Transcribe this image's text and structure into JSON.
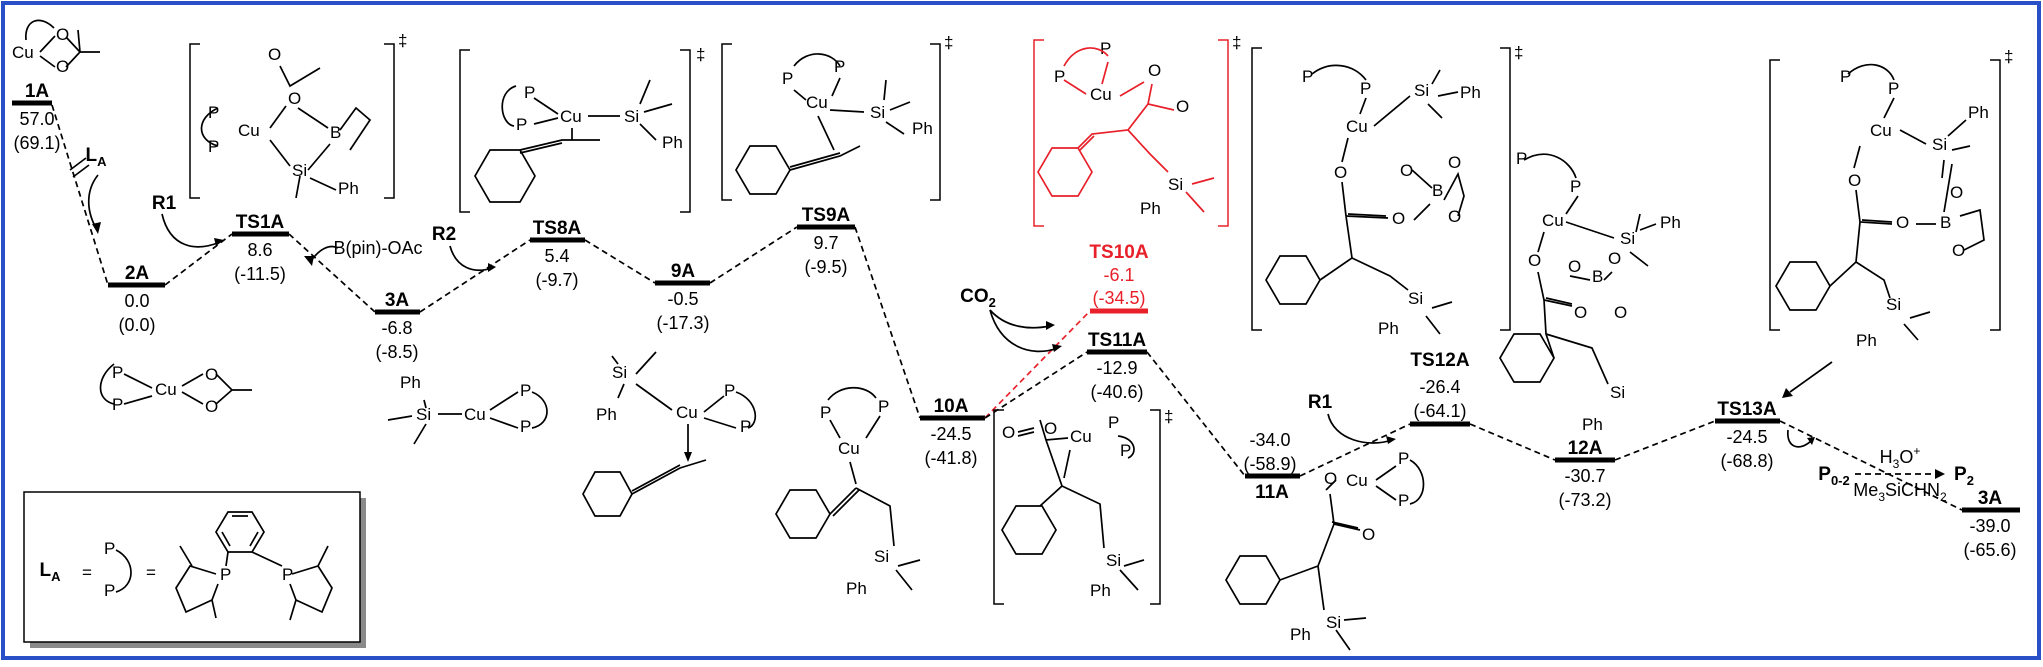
{
  "levels": [
    {
      "id": "1A",
      "label": "1A",
      "e1": "57.0",
      "e2": "(69.1)",
      "color": "#000000"
    },
    {
      "id": "2A",
      "label": "2A",
      "e1": "0.0",
      "e2": "(0.0)",
      "color": "#000000"
    },
    {
      "id": "TS1A",
      "label": "TS1A",
      "e1": "8.6",
      "e2": "(-11.5)",
      "color": "#000000"
    },
    {
      "id": "3A_a",
      "label": "3A",
      "e1": "-6.8",
      "e2": "(-8.5)",
      "color": "#000000"
    },
    {
      "id": "TS8A",
      "label": "TS8A",
      "e1": "5.4",
      "e2": "(-9.7)",
      "color": "#000000"
    },
    {
      "id": "9A",
      "label": "9A",
      "e1": "-0.5",
      "e2": "(-17.3)",
      "color": "#000000"
    },
    {
      "id": "TS9A",
      "label": "TS9A",
      "e1": "9.7",
      "e2": "(-9.5)",
      "color": "#000000"
    },
    {
      "id": "10A",
      "label": "10A",
      "e1": "-24.5",
      "e2": "(-41.8)",
      "color": "#000000"
    },
    {
      "id": "TS10A",
      "label": "TS10A",
      "e1": "-6.1",
      "e2": "(-34.5)",
      "color": "#e8202a"
    },
    {
      "id": "TS11A",
      "label": "TS11A",
      "e1": "-12.9",
      "e2": "(-40.6)",
      "color": "#000000"
    },
    {
      "id": "11A",
      "label": "11A",
      "e1": "-34.0",
      "e2": "(-58.9)",
      "color": "#000000"
    },
    {
      "id": "TS12A",
      "label": "TS12A",
      "e1": "-26.4",
      "e2": "(-64.1)",
      "color": "#000000"
    },
    {
      "id": "12A",
      "label": "12A",
      "e1": "-30.7",
      "e2": "(-73.2)",
      "color": "#000000"
    },
    {
      "id": "TS13A",
      "label": "TS13A",
      "e1": "-24.5",
      "e2": "(-68.8)",
      "color": "#000000"
    },
    {
      "id": "3A_b",
      "label": "3A",
      "e1": "-39.0",
      "e2": "(-65.6)",
      "color": "#000000"
    }
  ],
  "reagents": {
    "la": "L",
    "la_sub": "A",
    "r1_first": "R1",
    "r2": "R2",
    "bpin_oac": "B(pin)-OAc",
    "co2": "CO",
    "co2_sub": "2",
    "r1_second": "R1",
    "h3o": "H",
    "h3o_sub": "3",
    "h3o_tail": "O",
    "h3o_sup": "+",
    "tms": "Me",
    "tms_sub": "3",
    "tms_tail": "SiCHN",
    "tms_sub2": "2",
    "p02": "P",
    "p02_sub": "0-2",
    "p2": "P",
    "p2_sub": "2"
  },
  "legend": {
    "la": "L",
    "la_sub": "A",
    "equals1": "=",
    "equals2": "="
  },
  "atoms": {
    "cu": "Cu",
    "p": "P",
    "o": "O",
    "b": "B",
    "si": "Si",
    "ph": "Ph",
    "dagger": "‡"
  },
  "colors": {
    "frame": "#2a50c8",
    "highlight": "#e8202a",
    "legend_shadow": "#8a8a8a"
  }
}
